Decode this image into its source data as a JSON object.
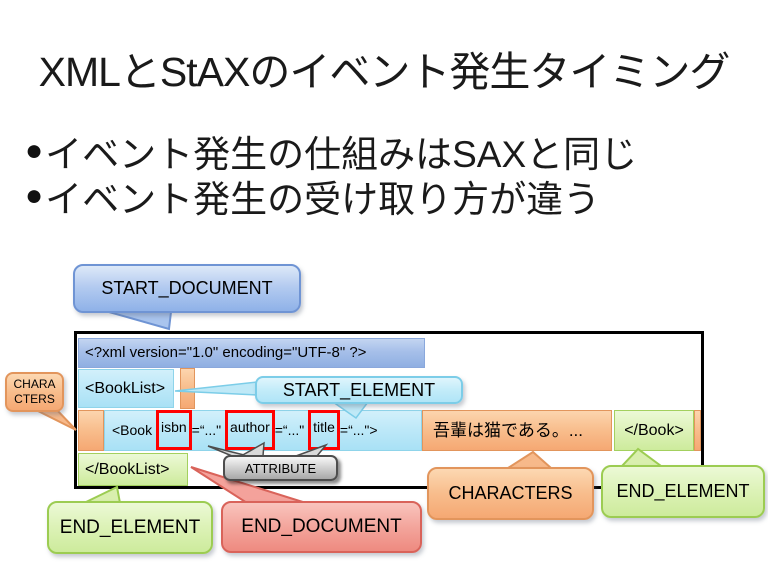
{
  "slide": {
    "title": "XMLとStAXのイベント発生タイミング",
    "bullet_char": "●",
    "bullets": [
      "イベント発生の仕組みはSAXと同じ",
      "イベント発生の受け取り方が違う"
    ]
  },
  "xml": {
    "declaration": "<?xml version=\"1.0\" encoding=\"UTF-8\" ?>",
    "booklist_open": "<BookList>",
    "book_open_prefix": "<Book ",
    "attr_isbn": "isbn",
    "attr_isbn_value": "=“...\" ",
    "attr_author": "author",
    "attr_author_value": "=“...\" ",
    "attr_title": "title",
    "attr_title_value": "=“...\">",
    "characters": "吾輩は猫である。...",
    "book_close": "</Book>",
    "booklist_close": "</BookList>"
  },
  "callouts": {
    "start_document": "START_DOCUMENT",
    "characters_left_line1": "CHARA",
    "characters_left_line2": "CTERS",
    "start_element": "START_ELEMENT",
    "attribute": "ATTRIBUTE",
    "end_element_bottom_left": "END_ELEMENT",
    "end_document": "END_DOCUMENT",
    "characters_bottom": "CHARACTERS",
    "end_element_right": "END_ELEMENT"
  },
  "colors": {
    "document_event": "#8fb2e8",
    "start_element_event": "#b0e5f7",
    "characters_event": "#f5a873",
    "end_element_event": "#cdeb9c",
    "end_document_event": "#ee8a80",
    "attribute_event": "#a8a8a8",
    "attribute_highlight_border": "#ff0000",
    "document_box_border": "#000000"
  }
}
